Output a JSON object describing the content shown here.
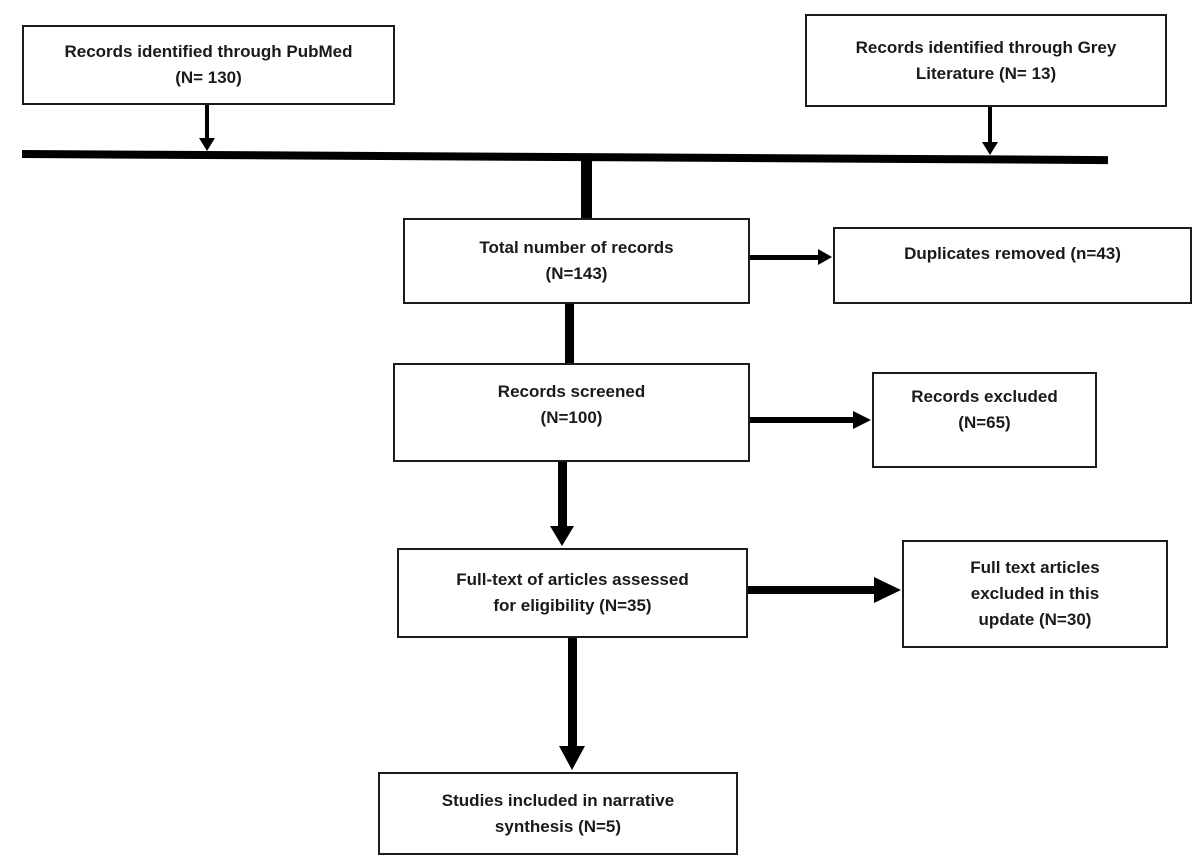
{
  "diagram": {
    "type": "prisma-flow",
    "colors": {
      "background": "#ffffff",
      "box_border": "#1c1c1c",
      "text": "#1a1a1a",
      "line": "#000000"
    },
    "nodes": {
      "pubmed": {
        "lines": [
          "Records identified through PubMed",
          "(N= 130)"
        ]
      },
      "grey": {
        "lines": [
          "Records identified through Grey",
          "Literature (N= 13)"
        ]
      },
      "total": {
        "lines": [
          "Total number of records",
          "(N=143)"
        ]
      },
      "duplicates": {
        "lines": [
          "Duplicates removed (n=43)"
        ]
      },
      "screened": {
        "lines": [
          "Records screened",
          "(N=100)"
        ]
      },
      "excluded": {
        "lines": [
          "Records excluded",
          "(N=65)"
        ]
      },
      "fulltext": {
        "lines": [
          "Full-text of articles assessed",
          "for eligibility (N=35)"
        ]
      },
      "fulltext_excluded": {
        "lines": [
          "Full text articles",
          "excluded in this",
          "update (N=30)"
        ]
      },
      "included": {
        "lines": [
          "Studies included in narrative",
          "synthesis (N=5)"
        ]
      }
    }
  }
}
